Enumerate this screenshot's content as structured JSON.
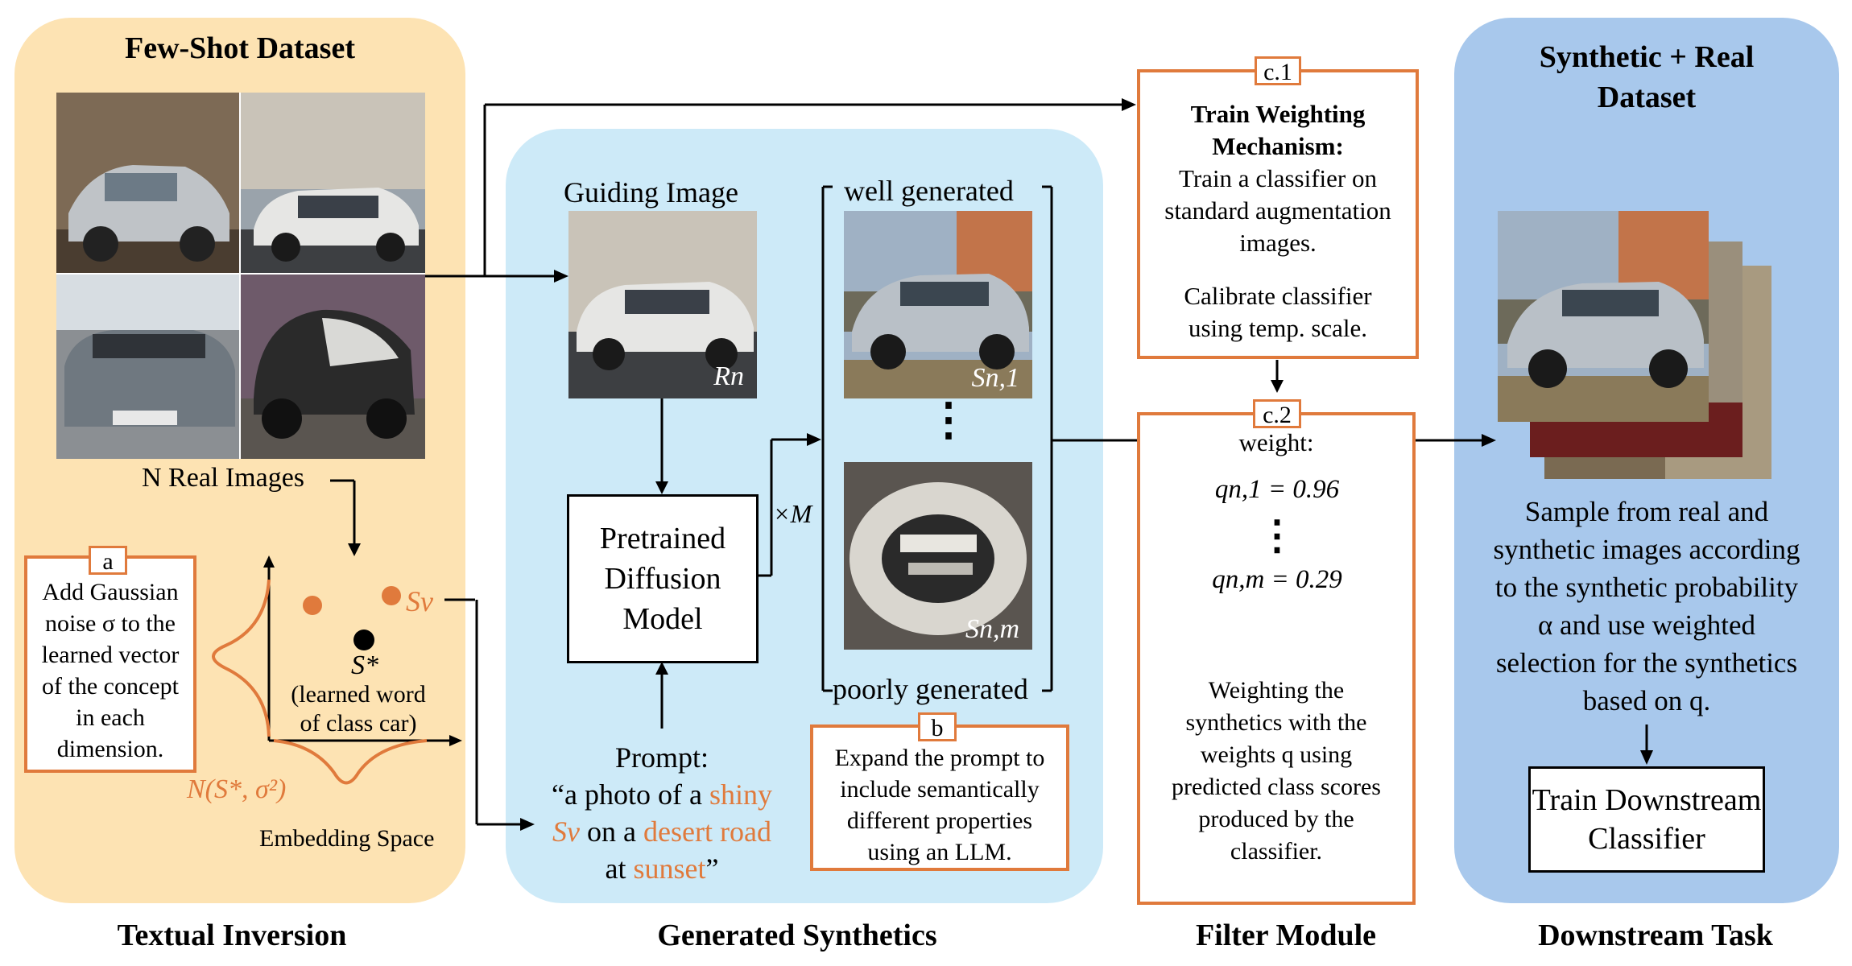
{
  "sections": {
    "textual_inversion": "Textual Inversion",
    "generated_synthetics": "Generated Synthetics",
    "filter_module": "Filter Module",
    "downstream_task": "Downstream Task"
  },
  "few_shot": {
    "title": "Few-Shot Dataset",
    "real_images_label": "N Real Images",
    "tag": "a",
    "noise_text": [
      "Add Gaussian",
      "noise σ to the",
      "learned vector",
      "of the concept",
      "in each",
      "dimension."
    ],
    "sv_label": "Sv",
    "s_star_label": "S*",
    "learned_word": [
      "(learned word",
      "of class car)"
    ],
    "normal_label": "N(S*, σ²)",
    "embedding_space": "Embedding Space"
  },
  "synthetics": {
    "guiding_image_title": "Guiding Image",
    "rn_label": "Rn",
    "diffusion_model": [
      "Pretrained",
      "Diffusion",
      "Model"
    ],
    "times_m": "×M",
    "prompt_label": "Prompt:",
    "prompt_line1_a": "“a photo of a ",
    "prompt_line1_b": "shiny",
    "prompt_line2_a": "Sv",
    "prompt_line2_b": " on a ",
    "prompt_line2_c": "desert road",
    "prompt_line3_a": "at ",
    "prompt_line3_b": "sunset",
    "prompt_line3_c": "”",
    "well_generated": "well generated",
    "poorly_generated": "poorly generated",
    "s_n1_label": "Sn,1",
    "s_nm_label": "Sn,m",
    "dots": "⋮",
    "tag": "b",
    "expand_text": [
      "Expand the prompt to",
      "include semantically",
      "different properties",
      "using an LLM."
    ]
  },
  "filter": {
    "tag_c1": "c.1",
    "train_title": [
      "Train Weighting",
      "Mechanism:"
    ],
    "train_text": [
      "Train a classifier on",
      "standard augmentation",
      "images."
    ],
    "calibrate_text": [
      "Calibrate classifier",
      "using temp. scale."
    ],
    "tag_c2": "c.2",
    "weight_label": "weight:",
    "q_first": "qn,1 = 0.96",
    "q_last": "qn,m = 0.29",
    "dots": "⋮",
    "weighting_text": [
      "Weighting the",
      "synthetics with the",
      "weights q using",
      "predicted class scores",
      "produced by the",
      "classifier."
    ]
  },
  "downstream": {
    "title": [
      "Synthetic + Real",
      "Dataset"
    ],
    "sample_text": [
      "Sample from real and",
      "synthetic images according",
      "to the synthetic probability",
      "α and use weighted",
      "selection for the synthetics",
      "based on q."
    ],
    "train_box": [
      "Train Downstream",
      "Classifier"
    ]
  },
  "colors": {
    "orange_panel": "#fde3b3",
    "blue_panel": "#cdeaf8",
    "dark_blue_panel": "#a8c8ec",
    "accent": "#e07a3c"
  }
}
